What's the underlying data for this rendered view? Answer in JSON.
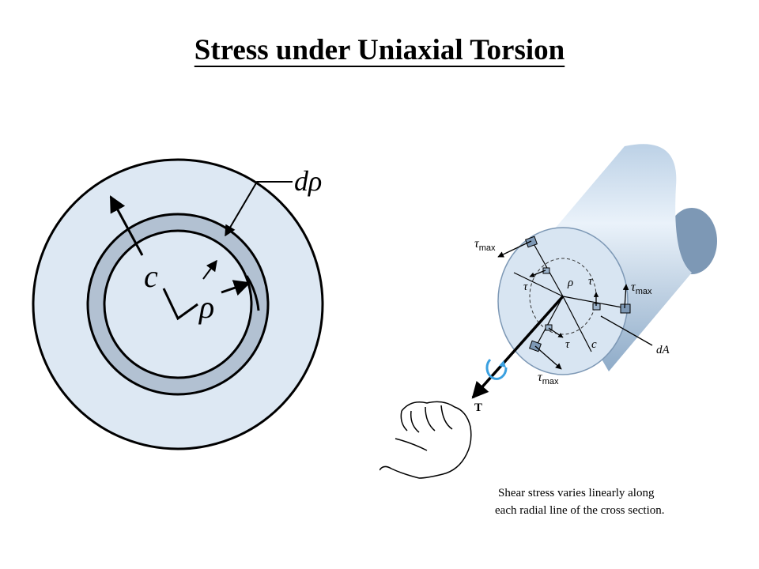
{
  "title": "Stress under Uniaxial Torsion",
  "left_figure": {
    "label_c": "c",
    "label_rho": "ρ",
    "label_drho": "dρ"
  },
  "right_figure": {
    "tau": "τ",
    "tau_max_symbol": "τ",
    "max_sub": "max",
    "rho": "ρ",
    "c": "c",
    "dA": "dA",
    "T": "T",
    "caption_line1": "Shear stress varies linearly along",
    "caption_line2": "each radial line of the cross section."
  },
  "colors": {
    "cross_section_fill": "#dde8f3",
    "ring_fill": "#b2c1d2",
    "shaft_light": "#eaf2fa",
    "shaft_mid": "#bcd1e6",
    "shaft_dark": "#8eabc8",
    "rotation_arrow": "#3aa0e0"
  }
}
